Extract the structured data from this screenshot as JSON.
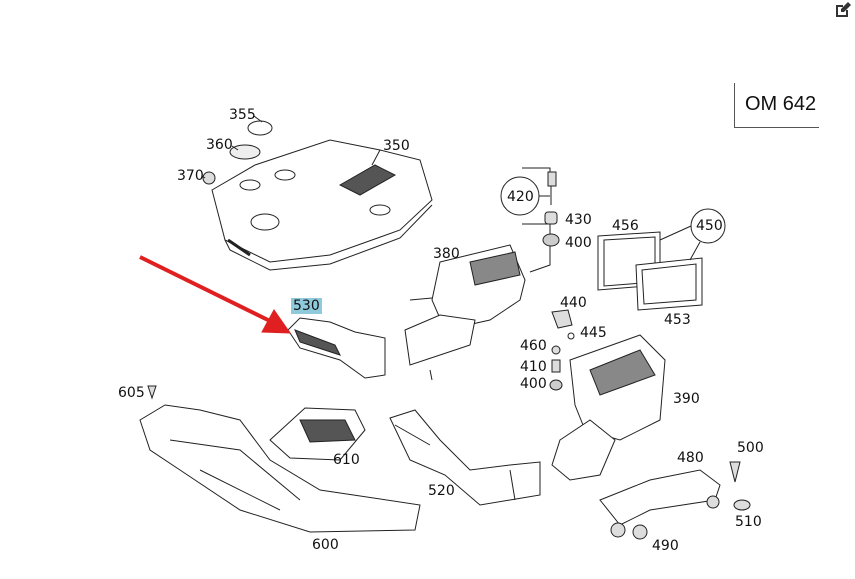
{
  "engine_code": "OM 642",
  "highlighted_part": "530",
  "accent_colors": {
    "arrow": "#e02020",
    "highlight": "#8ec9dc"
  },
  "part_labels": {
    "p355": "355",
    "p360": "360",
    "p370": "370",
    "p350": "350",
    "p420": "420",
    "p430": "430",
    "p400a": "400",
    "p456": "456",
    "p450": "450",
    "p380": "380",
    "p440": "440",
    "p445": "445",
    "p460": "460",
    "p410": "410",
    "p400b": "400",
    "p453": "453",
    "p530": "530",
    "p390": "390",
    "p605": "605",
    "p610": "610",
    "p500": "500",
    "p480": "480",
    "p520": "520",
    "p510": "510",
    "p600": "600",
    "p490": "490"
  },
  "icons": {
    "edit": "edit-icon"
  }
}
